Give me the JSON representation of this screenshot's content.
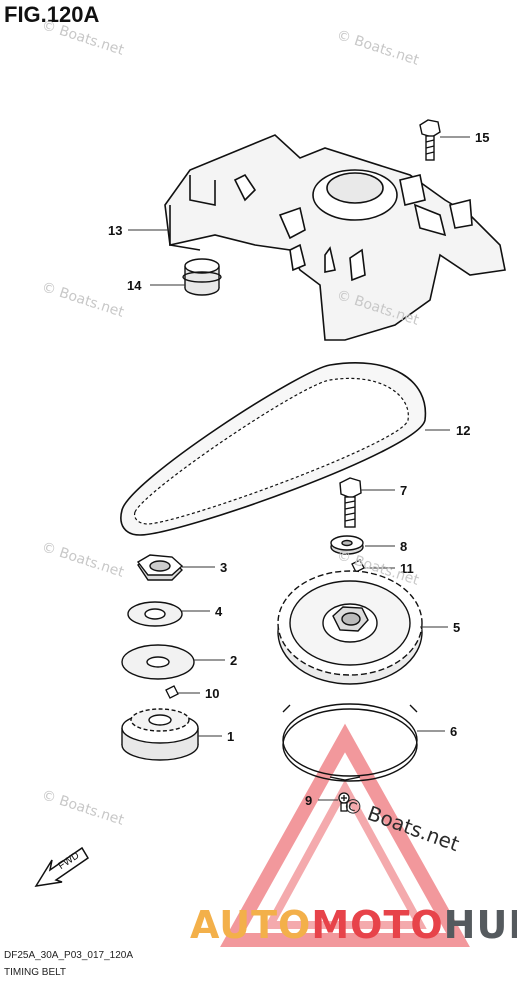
{
  "figure": {
    "title": "FIG.120A",
    "code": "DF25A_30A_P03_017_120A",
    "caption": "TIMING BELT",
    "fwd_label": "FWD"
  },
  "watermark": {
    "text": "© Boats.net",
    "big_text": "© Boats.net"
  },
  "brand": {
    "part1": "AUTO",
    "part2": "MOTO",
    "part3": "HUB",
    "colors": {
      "auto": "#f3b04a",
      "moto": "#e7434a",
      "hub": "#555a5e"
    }
  },
  "callouts": [
    {
      "id": "callout-1",
      "number": "1",
      "part": "crankshaft-timing-pulley"
    },
    {
      "id": "callout-2",
      "number": "2",
      "part": "lower-plate"
    },
    {
      "id": "callout-3",
      "number": "3",
      "part": "nut"
    },
    {
      "id": "callout-4",
      "number": "4",
      "part": "washer"
    },
    {
      "id": "callout-5",
      "number": "5",
      "part": "camshaft-timing-pulley"
    },
    {
      "id": "callout-6",
      "number": "6",
      "part": "pulley-plate"
    },
    {
      "id": "callout-7",
      "number": "7",
      "part": "bolt"
    },
    {
      "id": "callout-8",
      "number": "8",
      "part": "washer"
    },
    {
      "id": "callout-9",
      "number": "9",
      "part": "screw"
    },
    {
      "id": "callout-10",
      "number": "10",
      "part": "key"
    },
    {
      "id": "callout-11",
      "number": "11",
      "part": "pin"
    },
    {
      "id": "callout-12",
      "number": "12",
      "part": "timing-belt"
    },
    {
      "id": "callout-13",
      "number": "13",
      "part": "timing-belt-cover"
    },
    {
      "id": "callout-14",
      "number": "14",
      "part": "grommet"
    },
    {
      "id": "callout-15",
      "number": "15",
      "part": "bolt"
    }
  ]
}
